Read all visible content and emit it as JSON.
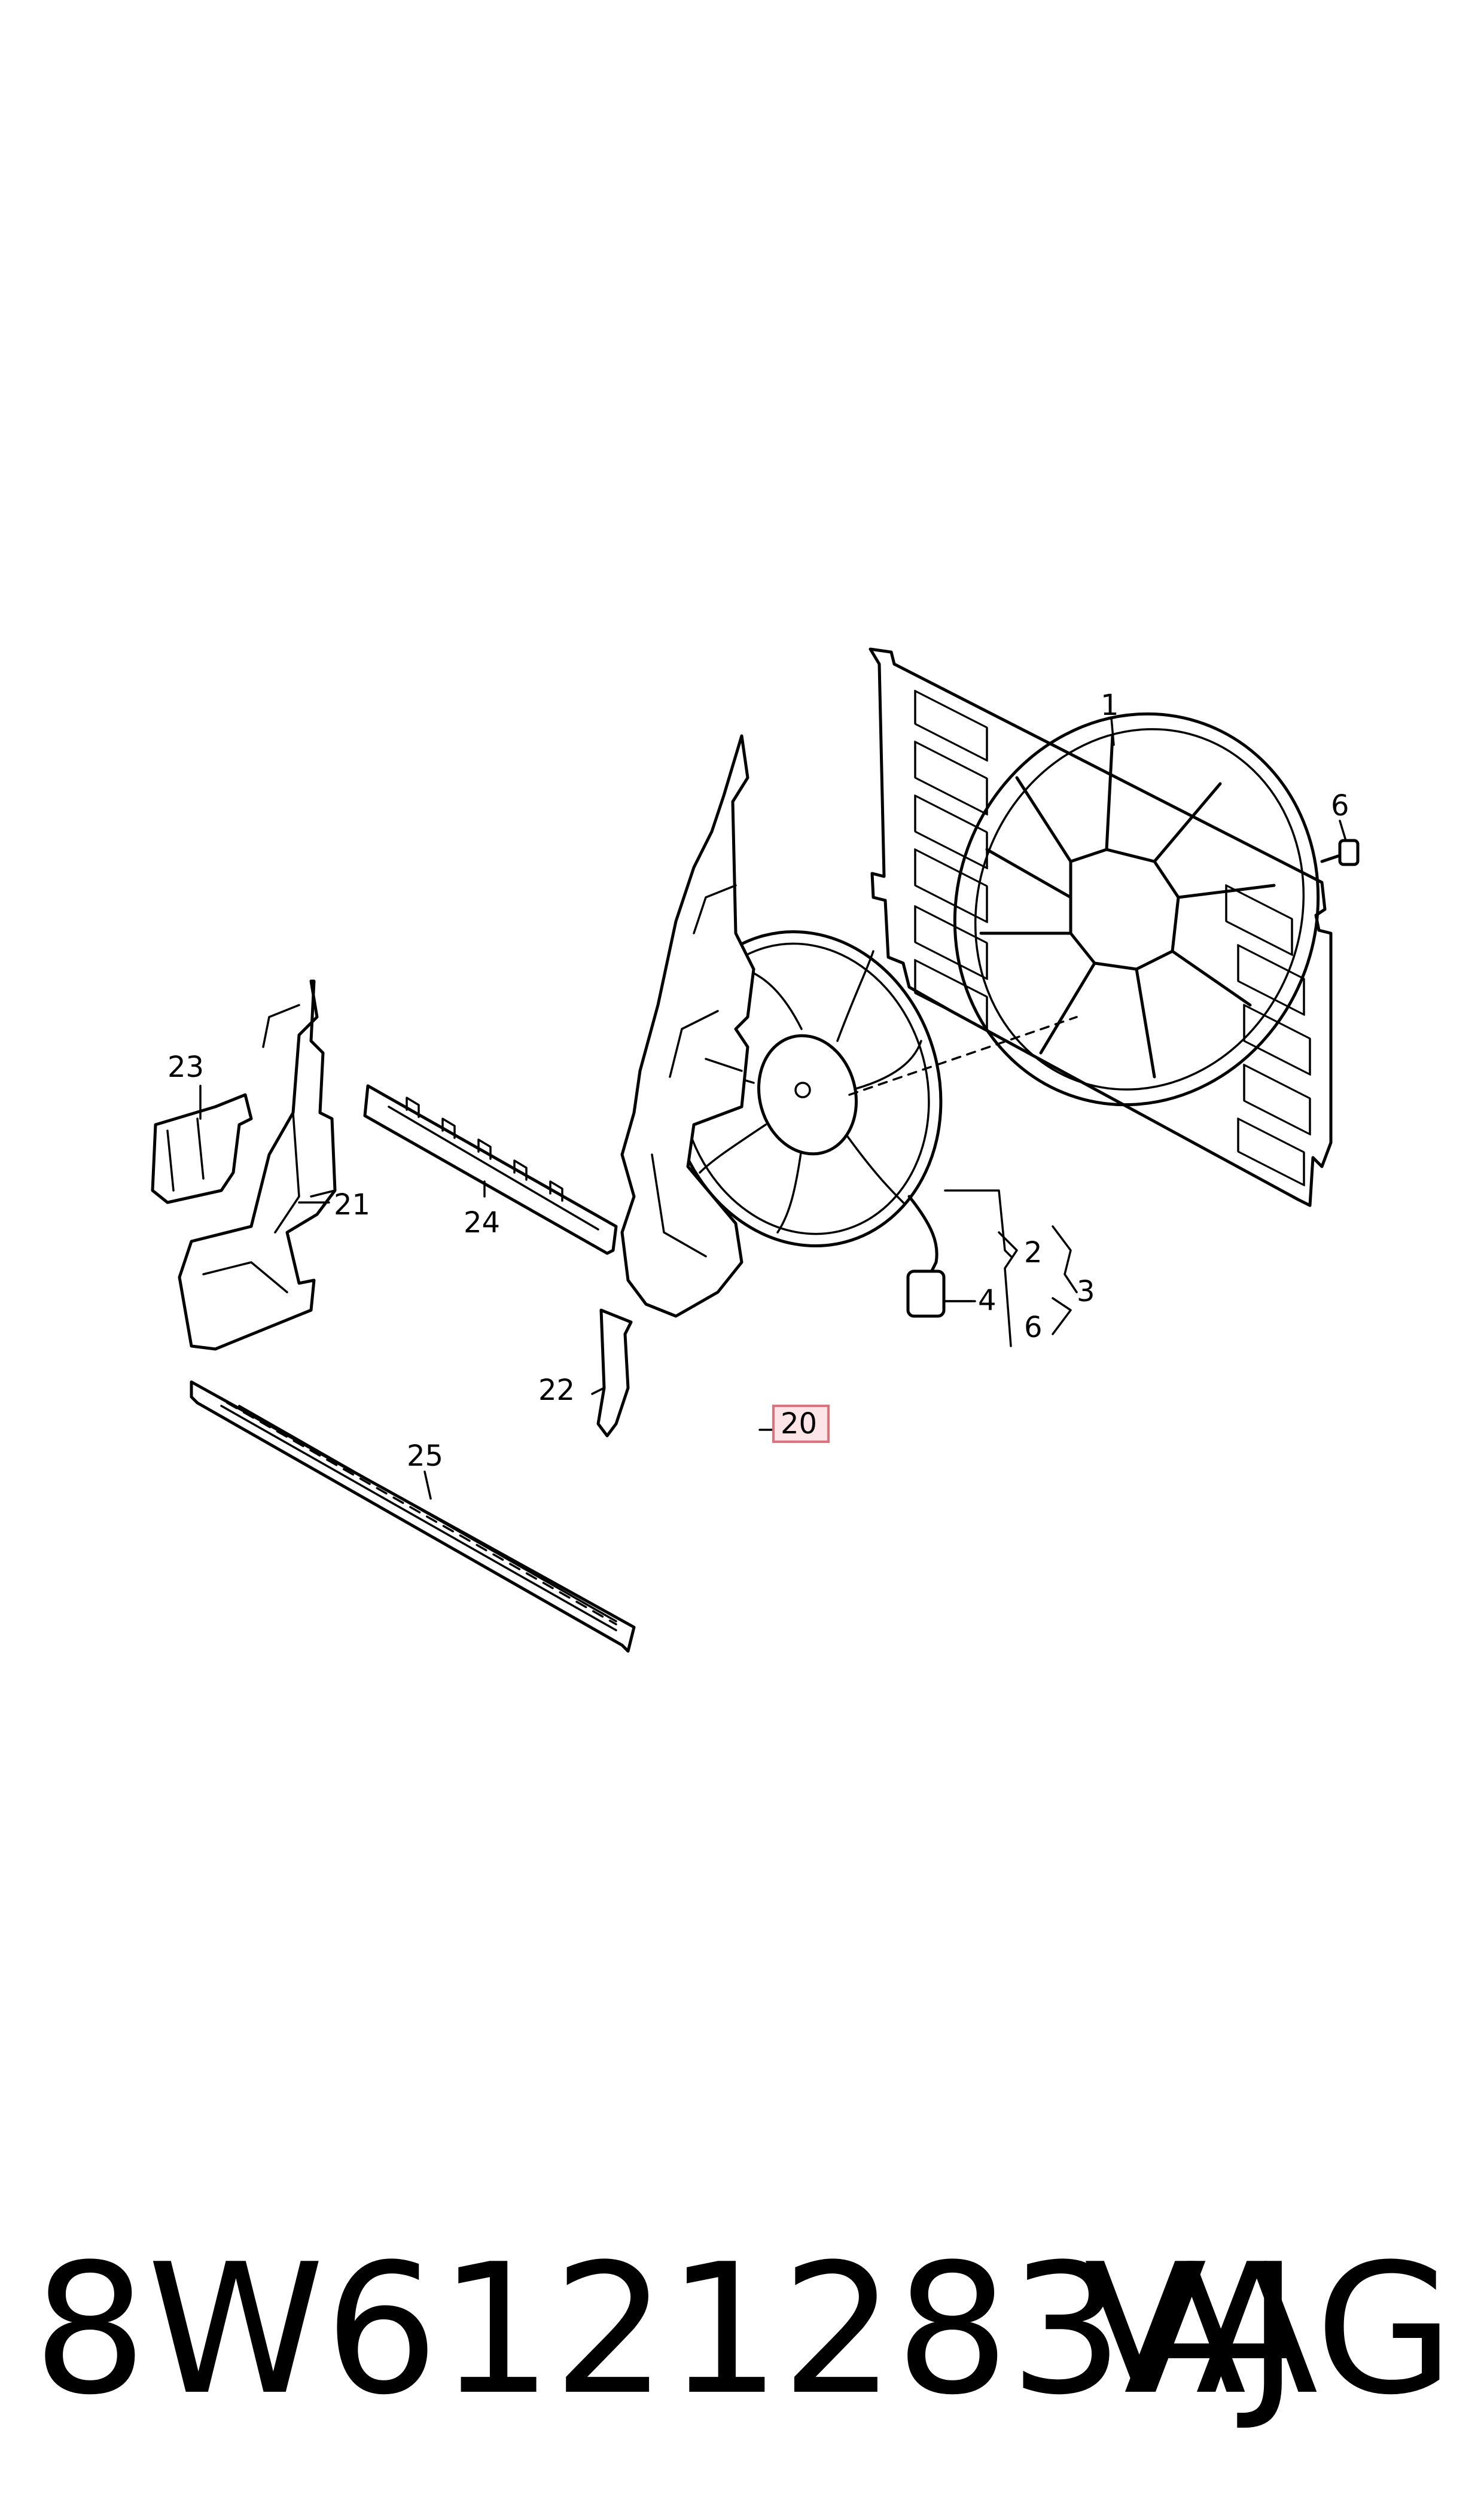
{
  "callouts": {
    "c1": "1",
    "c2": "2",
    "c3": "3",
    "c4": "4",
    "c6a": "6",
    "c6b": "6",
    "c20": "20",
    "c21": "21",
    "c22": "22",
    "c23": "23",
    "c24": "24",
    "c25": "25"
  },
  "footer": {
    "part_number": "8W6121283AJ",
    "brand": "VAG"
  },
  "colors": {
    "highlight_fill": "#fde4e6",
    "highlight_stroke": "#e0707a"
  }
}
